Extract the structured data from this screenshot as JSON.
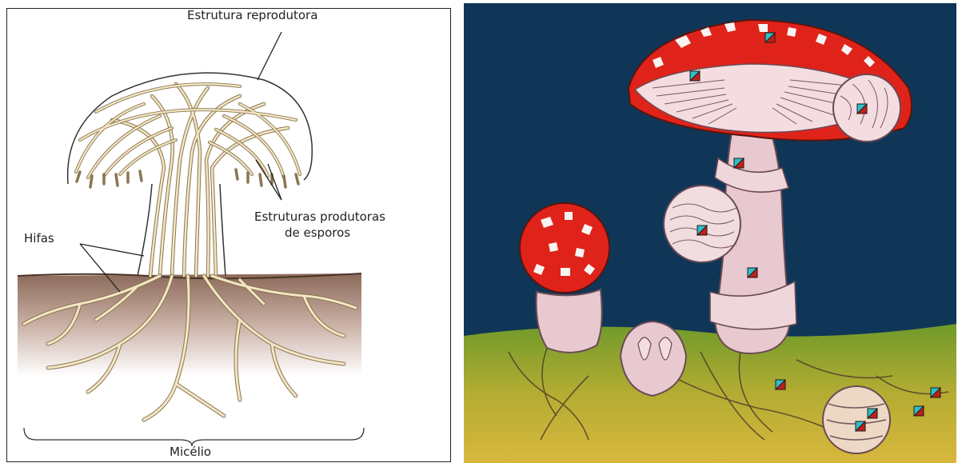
{
  "left_diagram": {
    "labels": {
      "reproductive_structure": "Estrutura reprodutora",
      "spore_structures_line1": "Estruturas produtoras",
      "spore_structures_line2": "de esporos",
      "hyphae": "Hifas",
      "mycelium": "Micélio"
    },
    "colors": {
      "hypha": "#f3e6c4",
      "hypha_outline": "#8a7650",
      "soil_top": "#8c6a5a",
      "soil_bottom": "#ffffff"
    }
  },
  "right_diagram": {
    "colors": {
      "sky": "#0f3657",
      "ground_top": "#7a9a2a",
      "ground_bottom": "#c9b13a",
      "cap_red": "#e0231a",
      "stem": "#e8c9cf",
      "marker_fill": "#2fbfc7",
      "marker_accent": "#c0201a"
    }
  }
}
